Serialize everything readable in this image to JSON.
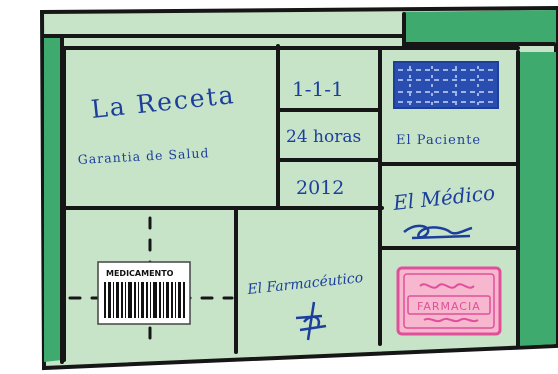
{
  "colors": {
    "panel": "#c7e4c8",
    "band": "#3faa6e",
    "outline": "#161616",
    "ink_blue": "#1d3f9c",
    "stamp_pink": "#e0509a",
    "stamp_bg": "#f7b7cf"
  },
  "receta": {
    "title": "La Receta",
    "subtitle": "Garantia de Salud"
  },
  "fields": {
    "code": "1-1-1",
    "hours": "24 horas",
    "year": "2012"
  },
  "paciente": {
    "label": "El Paciente"
  },
  "medico": {
    "label": "El Médico"
  },
  "medicamento": {
    "label": "MEDICAMENTO"
  },
  "farmaceutico": {
    "label": "El Farmacéutico"
  },
  "stamp": {
    "label": "FARMACIA"
  },
  "icons": [
    "scribble-barcode-icon",
    "barcode-icon",
    "signature-icon",
    "pharmacy-stamp-icon"
  ]
}
